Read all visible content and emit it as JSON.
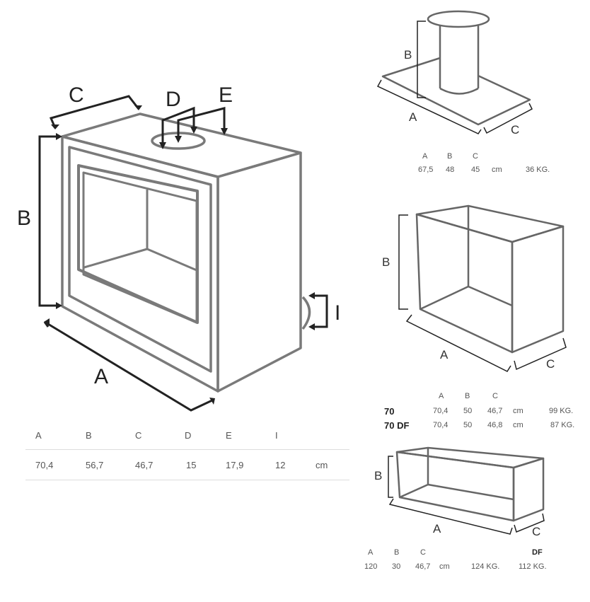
{
  "main_drawing": {
    "labels": {
      "A": "A",
      "B": "B",
      "C": "C",
      "D": "D",
      "E": "E",
      "I": "I"
    },
    "table": {
      "headers": [
        "A",
        "B",
        "C",
        "D",
        "E",
        "I"
      ],
      "values": [
        "70,4",
        "56,7",
        "46,7",
        "15",
        "17,9",
        "12"
      ],
      "unit": "cm"
    }
  },
  "top_right": {
    "labels": {
      "A": "A",
      "B": "B",
      "C": "C"
    },
    "headers": [
      "A",
      "B",
      "C"
    ],
    "values": [
      "67,5",
      "48",
      "45"
    ],
    "unit": "cm",
    "weight": "36 KG."
  },
  "middle_right": {
    "labels": {
      "A": "A",
      "B": "B",
      "C": "C"
    },
    "headers": [
      "A",
      "B",
      "C"
    ],
    "rows": [
      {
        "model": "70",
        "values": [
          "70,4",
          "50",
          "46,7"
        ],
        "unit": "cm",
        "weight": "99 KG."
      },
      {
        "model": "70 DF",
        "values": [
          "70,4",
          "50",
          "46,8"
        ],
        "unit": "cm",
        "weight": "87 KG."
      }
    ]
  },
  "bottom_right": {
    "labels": {
      "A": "A",
      "B": "B",
      "C": "C"
    },
    "headers": [
      "A",
      "B",
      "C"
    ],
    "df_header": "DF",
    "values": [
      "120",
      "30",
      "46,7"
    ],
    "unit": "cm",
    "weight": "124 KG.",
    "df_weight": "112 KG."
  },
  "colors": {
    "outline": "#7a7a7a",
    "arrow": "#222222",
    "rule": "#dddddd"
  }
}
